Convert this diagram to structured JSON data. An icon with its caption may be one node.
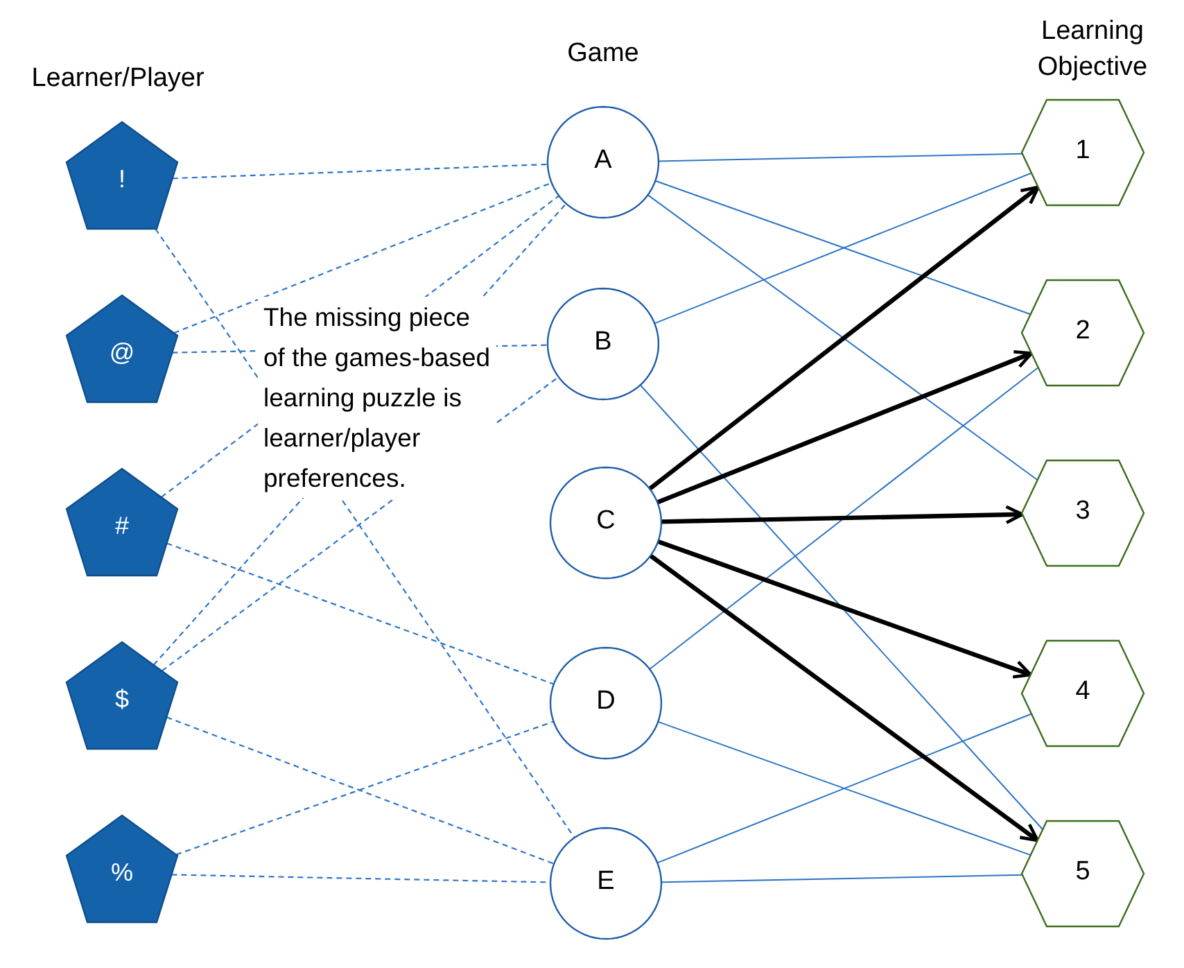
{
  "diagram": {
    "nodes": [
      {
        "text": [
          "!"
        ]
      },
      {
        "text": [
          "@"
        ]
      },
      {
        "text": [
          "#"
        ]
      },
      {
        "text": [
          "$"
        ]
      },
      {
        "text": [
          "%"
        ]
      },
      {
        "text": [
          "A"
        ]
      },
      {
        "text": [
          "B"
        ]
      },
      {
        "text": [
          "C"
        ]
      },
      {
        "text": [
          "D"
        ]
      },
      {
        "text": [
          "E"
        ]
      },
      {
        "text": [
          "1"
        ]
      },
      {
        "text": [
          "2"
        ]
      },
      {
        "text": [
          "3"
        ]
      },
      {
        "text": [
          "4"
        ]
      },
      {
        "text": [
          "5"
        ]
      }
    ],
    "edges": [
      {
        "from": 0,
        "to": 5,
        "arrow": "none",
        "style": "dashed"
      },
      {
        "from": 0,
        "to": 9,
        "arrow": "none",
        "style": "dashed"
      },
      {
        "from": 1,
        "to": 5,
        "arrow": "none",
        "style": "dashed"
      },
      {
        "from": 1,
        "to": 6,
        "arrow": "none",
        "style": "dashed"
      },
      {
        "from": 2,
        "to": 5,
        "arrow": "none",
        "style": "dashed"
      },
      {
        "from": 2,
        "to": 8,
        "arrow": "none",
        "style": "dashed"
      },
      {
        "from": 3,
        "to": 5,
        "arrow": "none",
        "style": "dashed"
      },
      {
        "from": 3,
        "to": 6,
        "arrow": "none",
        "style": "dashed"
      },
      {
        "from": 3,
        "to": 9,
        "arrow": "none",
        "style": "dashed"
      },
      {
        "from": 4,
        "to": 8,
        "arrow": "none",
        "style": "dashed"
      },
      {
        "from": 4,
        "to": 9,
        "arrow": "none",
        "style": "dashed"
      },
      {
        "from": 5,
        "to": 10,
        "arrow": "none"
      },
      {
        "from": 5,
        "to": 11,
        "arrow": "none"
      },
      {
        "from": 5,
        "to": 12,
        "arrow": "none"
      },
      {
        "from": 6,
        "to": 10,
        "arrow": "none"
      },
      {
        "from": 6,
        "to": 14,
        "arrow": "none"
      },
      {
        "from": 8,
        "to": 11,
        "arrow": "none"
      },
      {
        "from": 8,
        "to": 14,
        "arrow": "none"
      },
      {
        "from": 9,
        "to": 13,
        "arrow": "none"
      },
      {
        "from": 9,
        "to": 14,
        "arrow": "none"
      },
      {
        "from": 7,
        "to": 10,
        "arrow": "to",
        "style": "thick",
        "color": "#000000"
      },
      {
        "from": 7,
        "to": 11,
        "arrow": "to",
        "style": "thick",
        "color": "#000000"
      },
      {
        "from": 7,
        "to": 12,
        "arrow": "to",
        "style": "thick",
        "color": "#000000"
      },
      {
        "from": 7,
        "to": 13,
        "arrow": "to",
        "style": "thick",
        "color": "#000000"
      },
      {
        "from": 7,
        "to": 14,
        "arrow": "to",
        "style": "thick",
        "color": "#000000"
      }
    ],
    "labels": [
      "Learner/Player",
      "Game",
      "Learning Objective",
      "The missing piece of the games-based learning puzzle is learner/player preferences."
    ]
  }
}
